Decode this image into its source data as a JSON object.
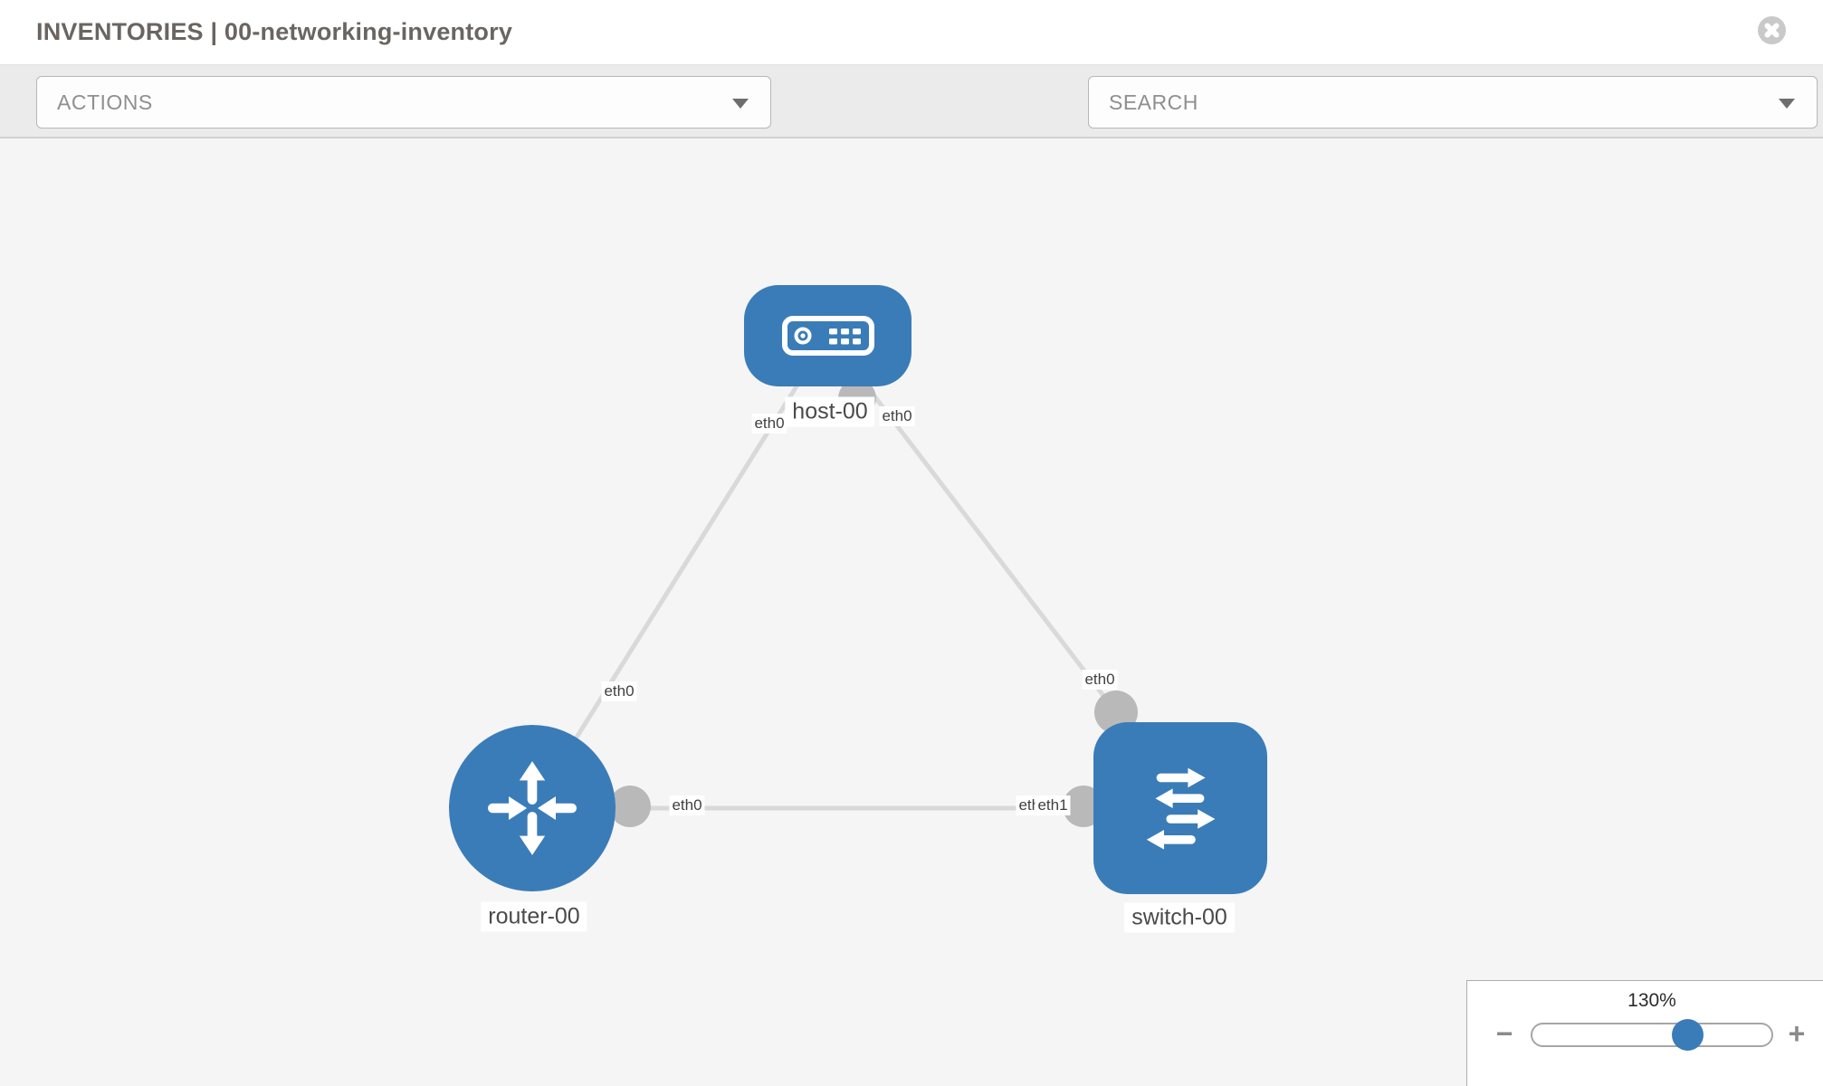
{
  "header": {
    "title": "INVENTORIES | 00-networking-inventory"
  },
  "toolbar": {
    "actions_label": "ACTIONS",
    "search_placeholder": "SEARCH"
  },
  "topology": {
    "nodes": [
      {
        "id": "host-00",
        "type": "host",
        "label": "host-00"
      },
      {
        "id": "router-00",
        "type": "router",
        "label": "router-00"
      },
      {
        "id": "switch-00",
        "type": "switch",
        "label": "switch-00"
      }
    ],
    "links": [
      {
        "from": "host-00",
        "to": "router-00"
      },
      {
        "from": "host-00",
        "to": "switch-00"
      },
      {
        "from": "router-00",
        "to": "switch-00"
      }
    ],
    "interface_labels": {
      "host_left": "eth0",
      "host_right": "eth0",
      "router_from_host": "eth0",
      "switch_from_host": "eth0",
      "router_from_switch": "eth0",
      "switch_from_router_back": "eth0",
      "switch_from_router_front": "eth1"
    }
  },
  "zoom_control": {
    "level": "130%",
    "minus_glyph": "−",
    "plus_glyph": "+"
  },
  "colors": {
    "node_blue": "#3a7cb8",
    "link_gray": "#d9d9d9",
    "connector_gray": "#b9b9b9",
    "canvas_bg": "#f5f5f5",
    "toolbar_bg": "#ebebeb"
  }
}
